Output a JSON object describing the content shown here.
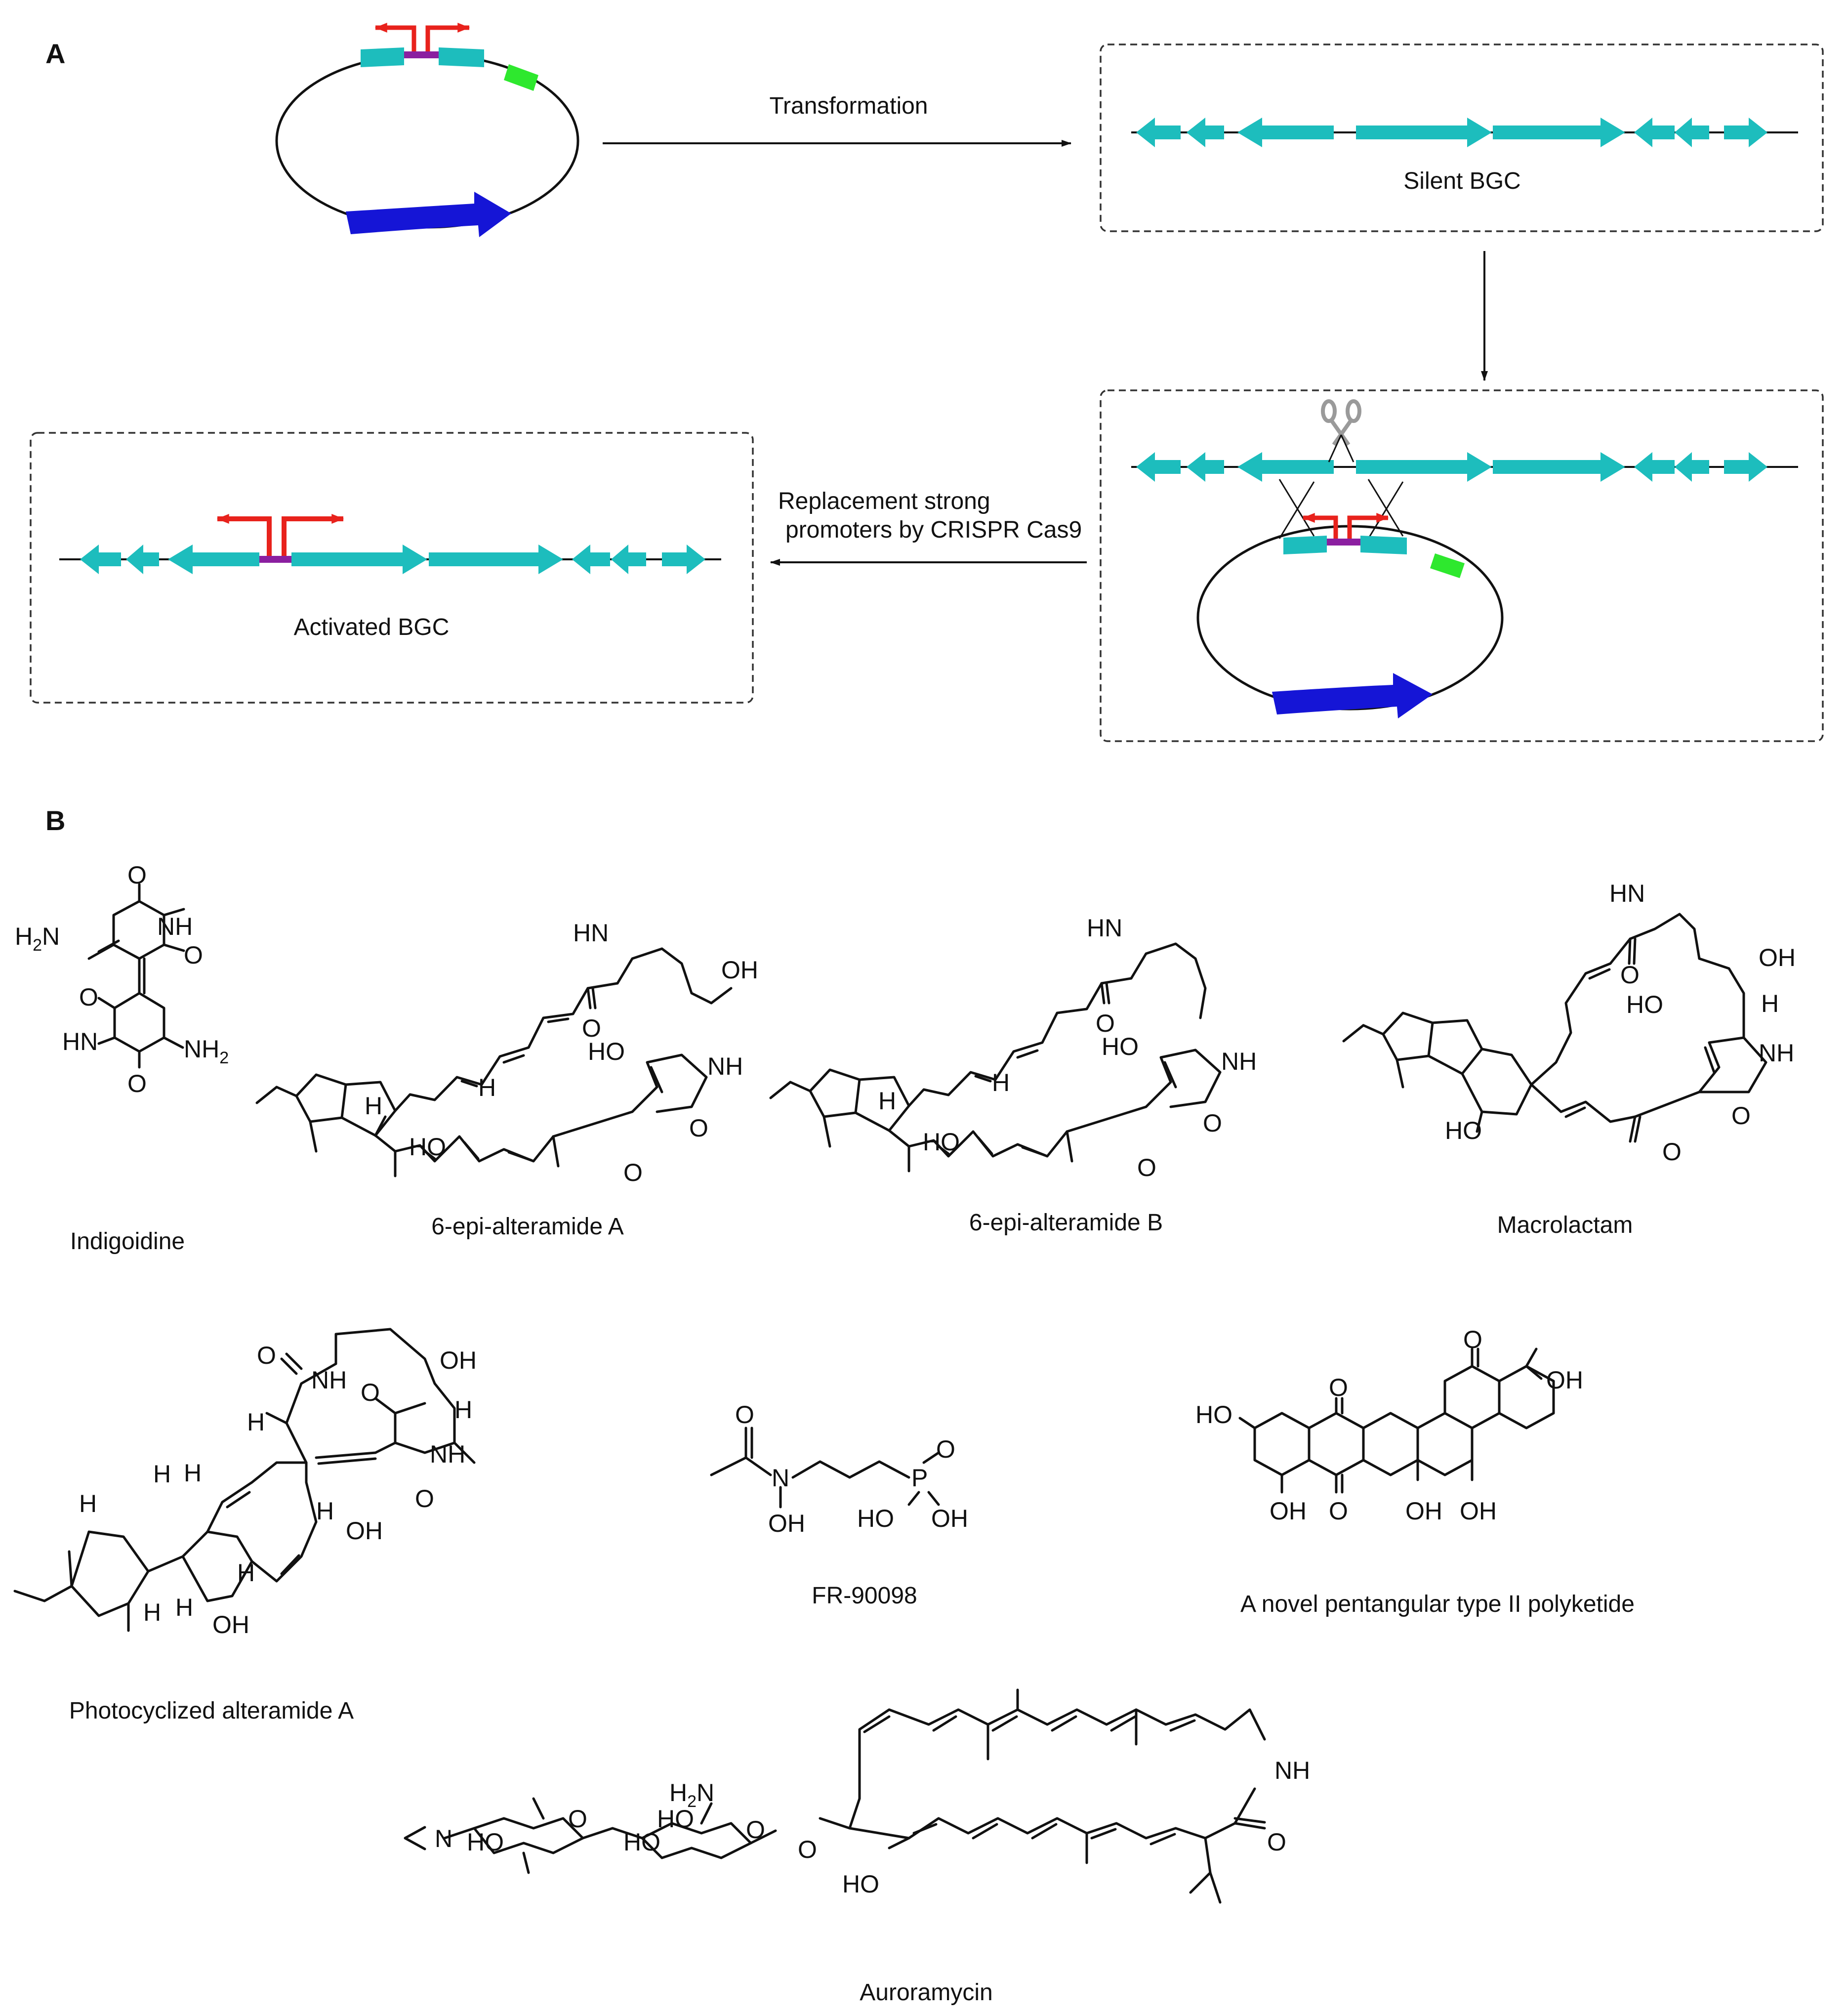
{
  "panels": {
    "a_label": "A",
    "b_label": "B"
  },
  "panel_a": {
    "transformation_label": "Transformation",
    "silent_label": "Silent BGC",
    "replacement_label_line1": "Replacement strong",
    "replacement_label_line2": "promoters by CRISPR Cas9",
    "activated_label": "Activated BGC",
    "colors": {
      "gene": "#1dbdbd",
      "promoter": "#e8221c",
      "spacer": "#8b1fa0",
      "selection_marker": "#2ee82e",
      "plasmid_gene": "#1515d6",
      "scissors": "#9a9a9a"
    }
  },
  "panel_b": {
    "compounds": [
      {
        "name": "Indigoidine"
      },
      {
        "name": "6-epi-alteramide A"
      },
      {
        "name": "6-epi-alteramide B"
      },
      {
        "name": "Macrolactam"
      },
      {
        "name": "Photocyclized alteramide A"
      },
      {
        "name": "FR-90098"
      },
      {
        "name": "A novel pentangular type II polyketide"
      },
      {
        "name": "Auroramycin"
      }
    ],
    "atoms": {
      "O": "O",
      "OH": "OH",
      "HO": "HO",
      "NH": "NH",
      "HN": "HN",
      "H": "H",
      "N": "N",
      "P": "P",
      "NH2": "NH",
      "H2N": "H",
      "sub2": "2"
    }
  }
}
